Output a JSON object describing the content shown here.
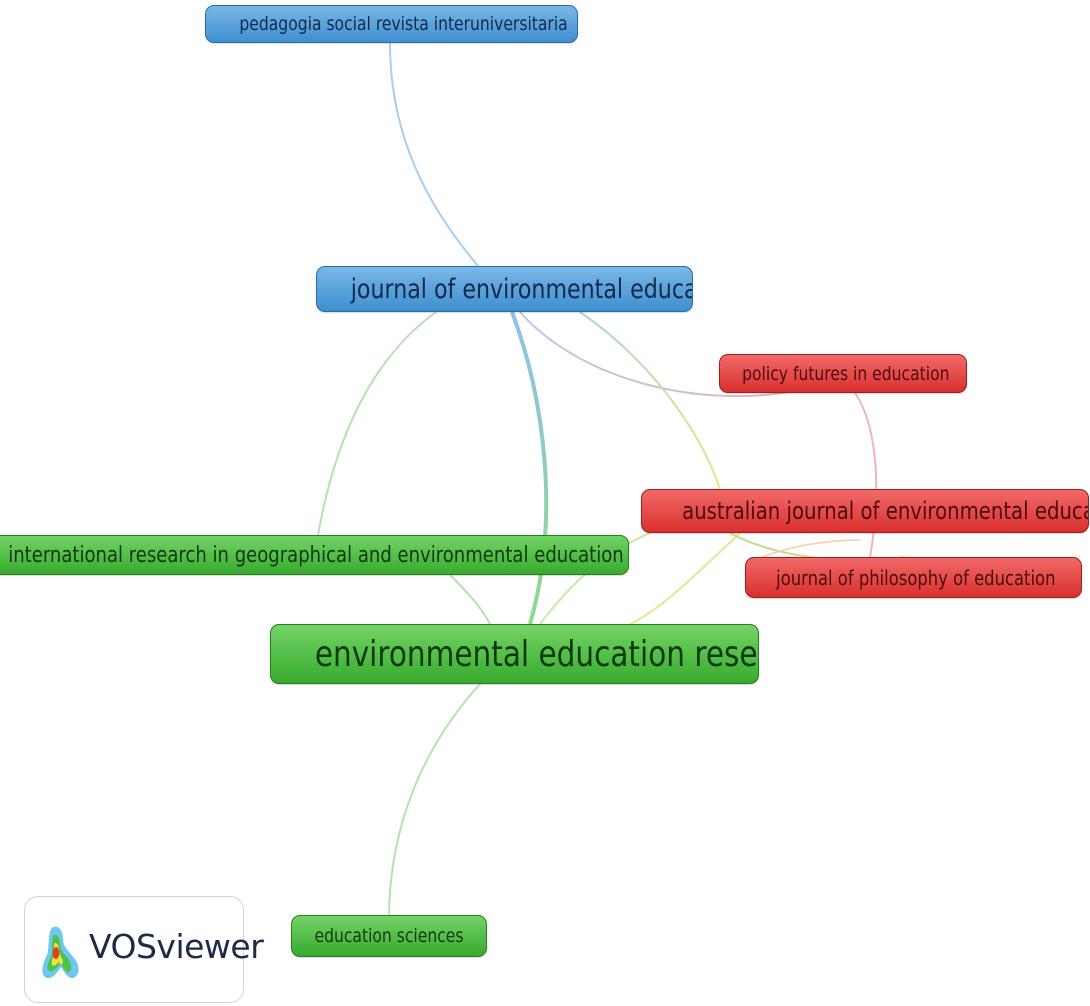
{
  "nodes": [
    {
      "id": "pedagogia",
      "label": "pedagogia social revista interuniversitaria",
      "cluster": "blue"
    },
    {
      "id": "jee",
      "label": "journal of environmental education",
      "cluster": "blue"
    },
    {
      "id": "policy",
      "label": "policy futures in education",
      "cluster": "red"
    },
    {
      "id": "ajee",
      "label": "australian journal of environmental education",
      "cluster": "red"
    },
    {
      "id": "irgee",
      "label": "international research in geographical and environmental education",
      "cluster": "green"
    },
    {
      "id": "philosophy",
      "label": "journal of philosophy of education",
      "cluster": "red"
    },
    {
      "id": "eer",
      "label": "environmental education research",
      "cluster": "green"
    },
    {
      "id": "edsci",
      "label": "education sciences",
      "cluster": "green"
    }
  ],
  "clusters": {
    "blue": "#4a97d6",
    "red": "#e14543",
    "green": "#4dbb42"
  },
  "links": [
    {
      "from": "pedagogia",
      "to": "jee"
    },
    {
      "from": "jee",
      "to": "eer"
    },
    {
      "from": "jee",
      "to": "irgee"
    },
    {
      "from": "jee",
      "to": "policy"
    },
    {
      "from": "jee",
      "to": "ajee"
    },
    {
      "from": "policy",
      "to": "philosophy"
    },
    {
      "from": "ajee",
      "to": "philosophy"
    },
    {
      "from": "ajee",
      "to": "eer"
    },
    {
      "from": "irgee",
      "to": "eer"
    },
    {
      "from": "eer",
      "to": "edsci"
    },
    {
      "from": "eer",
      "to": "philosophy"
    }
  ],
  "logo": {
    "text": "VOSviewer",
    "icon": "vosviewer-logo-icon"
  }
}
